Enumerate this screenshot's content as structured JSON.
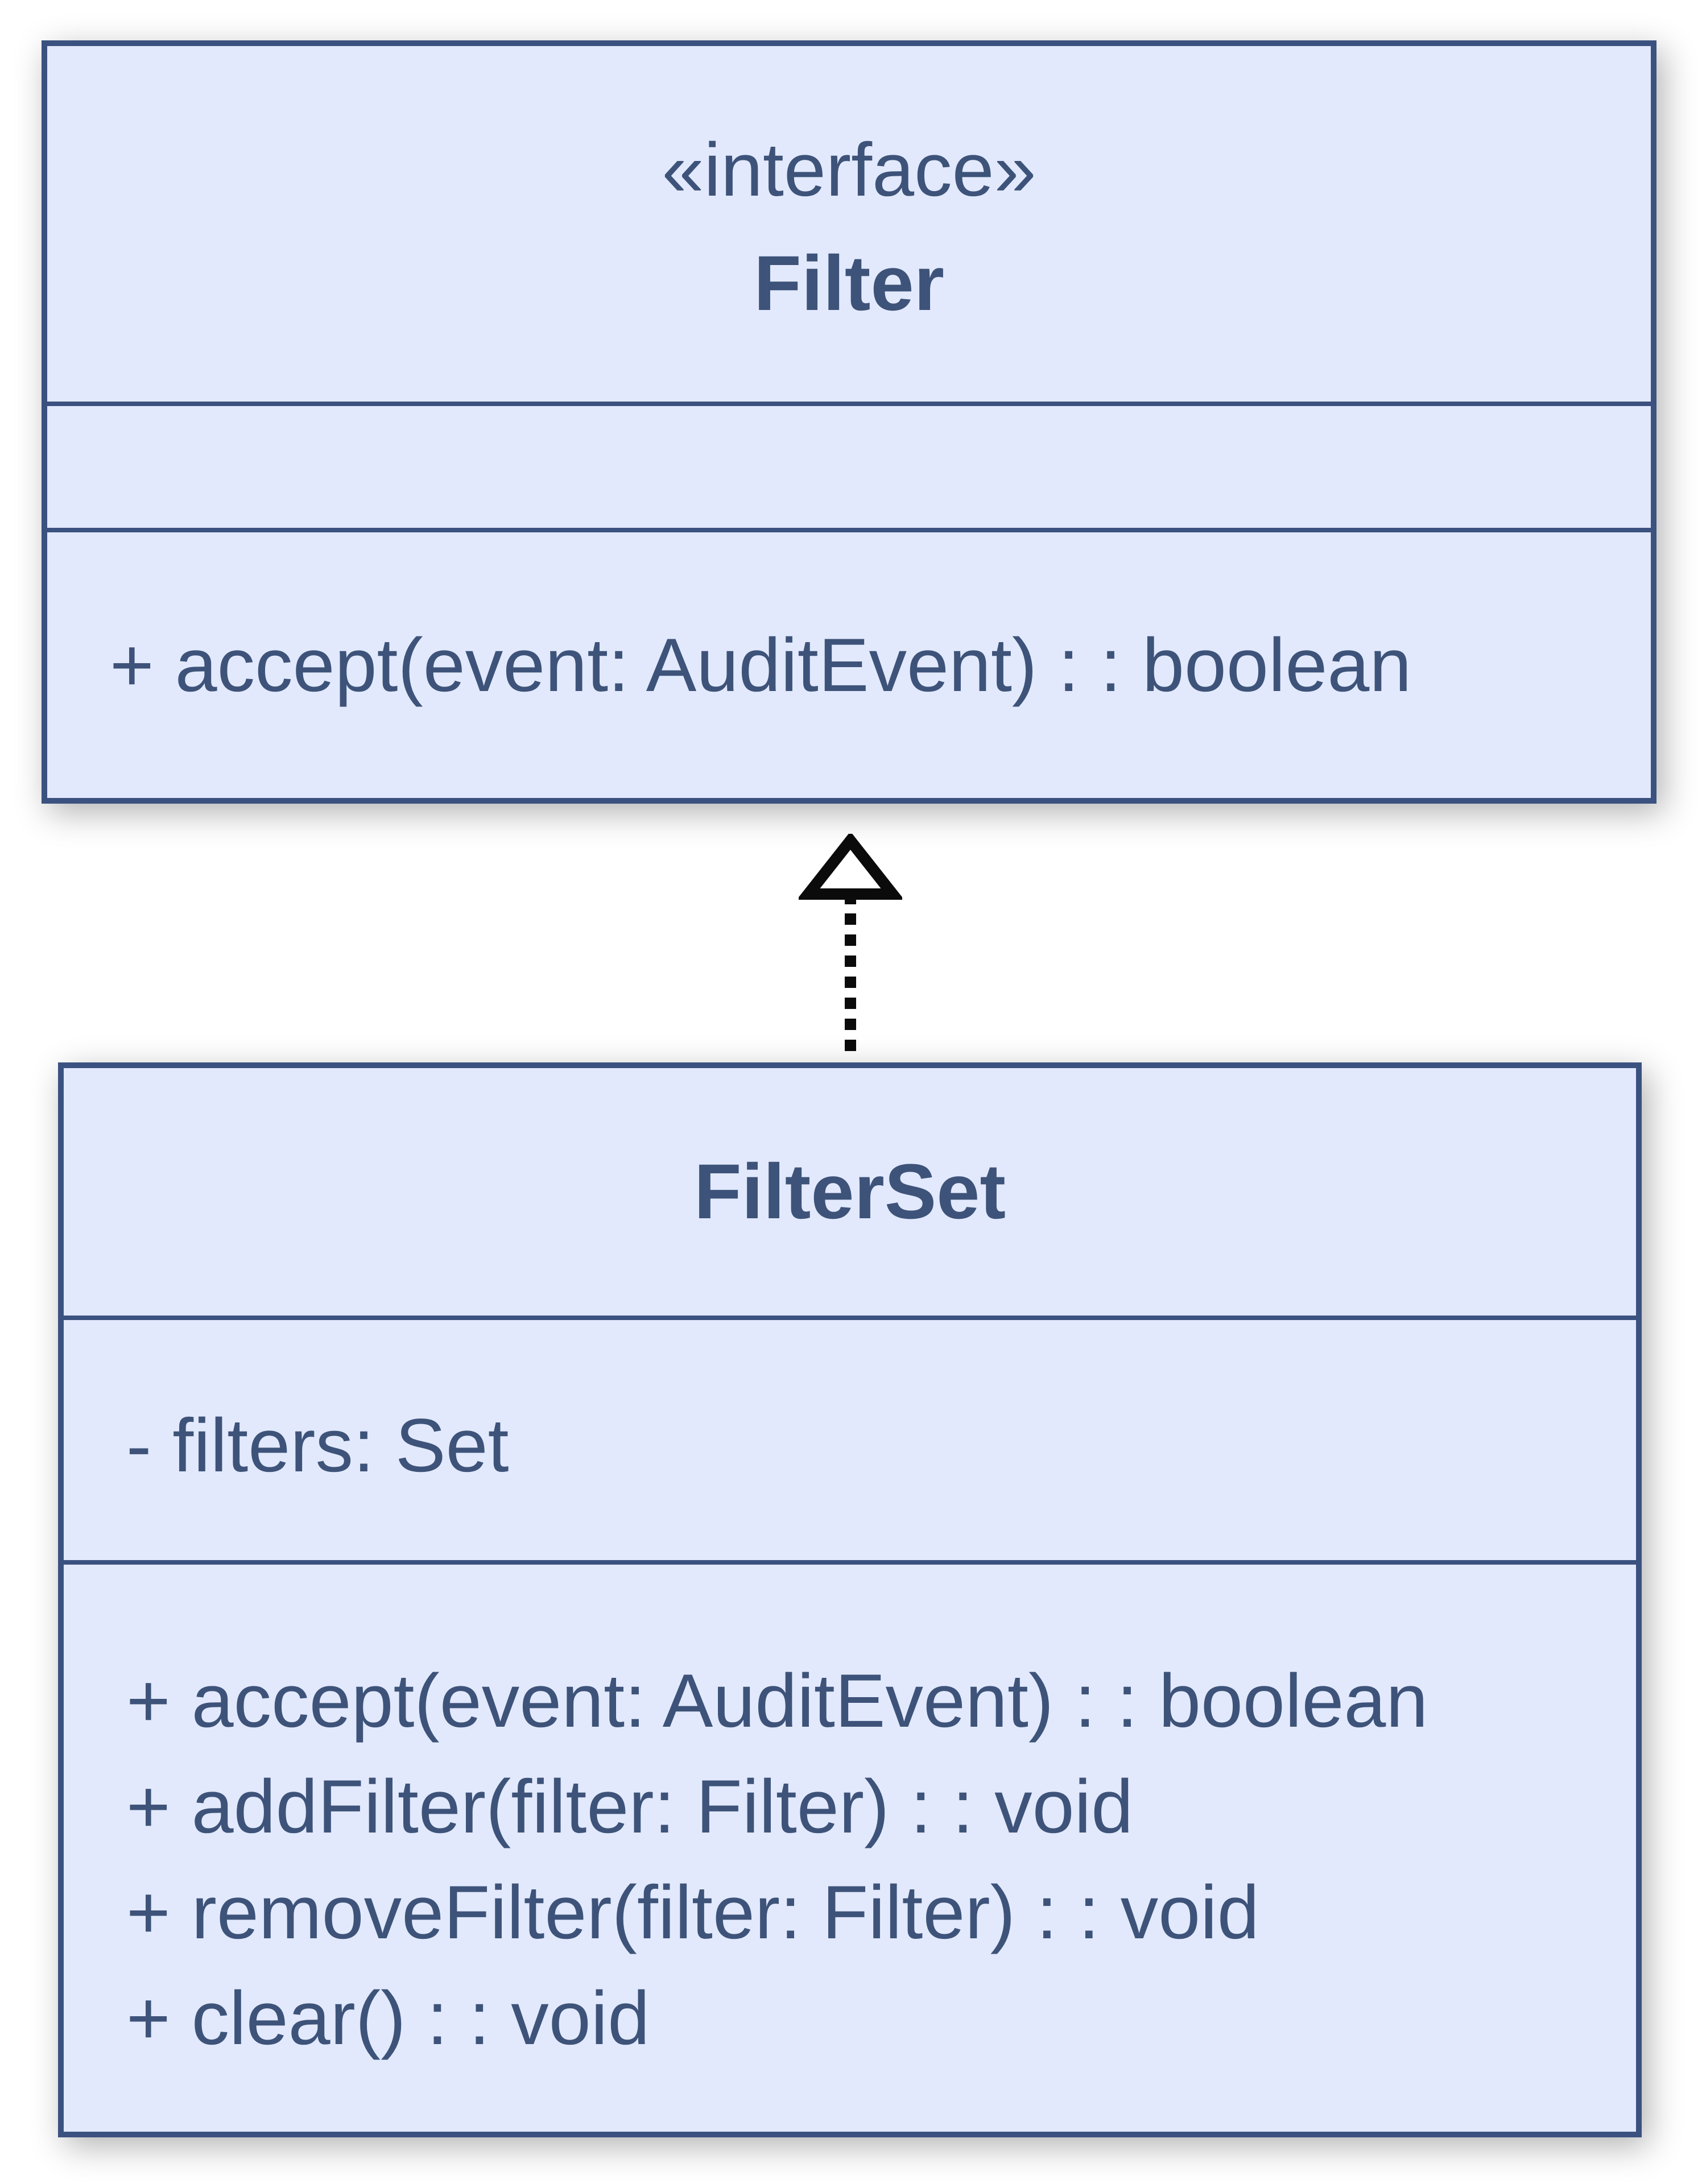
{
  "colors": {
    "background": "#ffffff",
    "box_fill": "#e2e9fc",
    "box_border": "#3b5280",
    "text": "#3e5379",
    "arrow": "#0b0b0b",
    "arrowhead_fill": "#ffffff"
  },
  "interface_class": {
    "stereotype": "«interface»",
    "name": "Filter",
    "attributes": [],
    "methods": [
      "+ accept(event: AuditEvent) : : boolean"
    ]
  },
  "filterset_class": {
    "name": "FilterSet",
    "attributes": [
      "- filters: Set"
    ],
    "methods": [
      "+ accept(event: AuditEvent) : : boolean",
      "+ addFilter(filter: Filter) : : void",
      "+ removeFilter(filter: Filter) : : void",
      "+ clear() : : void"
    ]
  },
  "relationship": {
    "type": "realization",
    "from": "FilterSet",
    "to": "Filter",
    "style": "dashed line with hollow triangle arrowhead"
  }
}
